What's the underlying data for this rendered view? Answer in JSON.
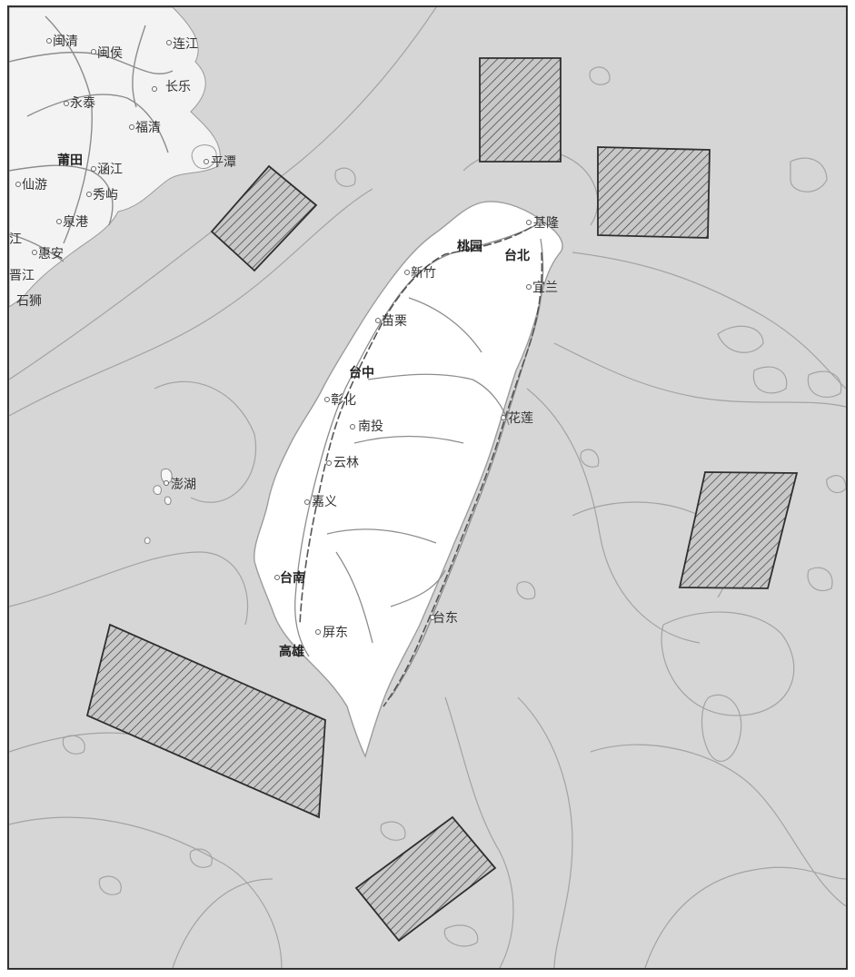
{
  "map": {
    "colors": {
      "sea": "#d8d8d8",
      "land": "#ffffff",
      "mainland": "#f2f2f2",
      "contour": "#9a9a9a",
      "road": "#8a8a8a",
      "zone_fill": "#bdbdbd",
      "zone_stroke": "#333333"
    },
    "mainland_labels": [
      {
        "name": "闽清",
        "bold": false
      },
      {
        "name": "闽侯",
        "bold": false
      },
      {
        "name": "连江",
        "bold": false
      },
      {
        "name": "长乐",
        "bold": false
      },
      {
        "name": "永泰",
        "bold": false
      },
      {
        "name": "福清",
        "bold": false
      },
      {
        "name": "平潭",
        "bold": false
      },
      {
        "name": "莆田",
        "bold": true
      },
      {
        "name": "涵江",
        "bold": false
      },
      {
        "name": "仙游",
        "bold": false
      },
      {
        "name": "秀屿",
        "bold": false
      },
      {
        "name": "泉港",
        "bold": false
      },
      {
        "name": "惠安",
        "bold": false
      },
      {
        "name": "江",
        "bold": false
      },
      {
        "name": "晋江",
        "bold": false
      },
      {
        "name": "石狮",
        "bold": false
      }
    ],
    "taiwan_labels": [
      {
        "name": "基隆",
        "bold": false
      },
      {
        "name": "桃园",
        "bold": true
      },
      {
        "name": "台北",
        "bold": true
      },
      {
        "name": "新竹",
        "bold": false
      },
      {
        "name": "宜兰",
        "bold": false
      },
      {
        "name": "苗栗",
        "bold": false
      },
      {
        "name": "台中",
        "bold": true
      },
      {
        "name": "彰化",
        "bold": false
      },
      {
        "name": "南投",
        "bold": false
      },
      {
        "name": "花莲",
        "bold": false
      },
      {
        "name": "云林",
        "bold": false
      },
      {
        "name": "嘉义",
        "bold": false
      },
      {
        "name": "台南",
        "bold": true
      },
      {
        "name": "台东",
        "bold": false
      },
      {
        "name": "屏东",
        "bold": false
      },
      {
        "name": "高雄",
        "bold": true
      },
      {
        "name": "澎湖",
        "bold": false
      }
    ],
    "zones_count_note": ""
  }
}
